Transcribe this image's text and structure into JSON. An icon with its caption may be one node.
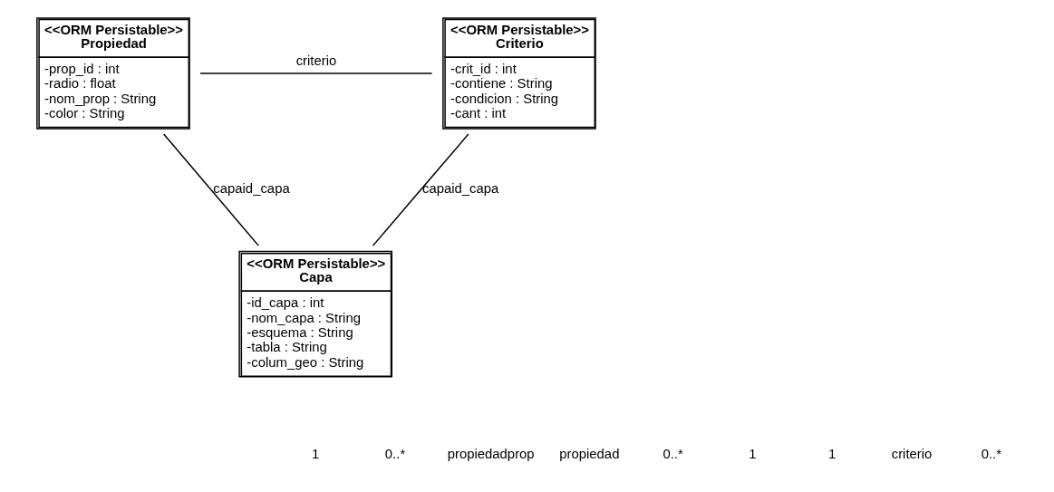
{
  "diagram": {
    "nodes": [
      {
        "text": [
          "<<ORM Persistable>>",
          "Propiedad",
          "-prop_id : int",
          "-radio : float",
          "-nom_prop : String",
          "-color : String"
        ]
      },
      {
        "text": [
          "<<ORM Persistable>>",
          "Criterio",
          "-crit_id : int",
          "-contiene : String",
          "-condicion : String",
          "-cant : int"
        ]
      },
      {
        "text": [
          "<<ORM Persistable>>",
          "Capa",
          "-id_capa : int",
          "-nom_capa : String",
          "-esquema : String",
          "-tabla : String",
          "-colum_geo : String"
        ]
      }
    ],
    "edges": [
      {
        "from": 0,
        "to": 1,
        "arrow": "none",
        "label": "criterio"
      },
      {
        "from": 0,
        "to": 2,
        "arrow": "none",
        "label": "capaid_capa"
      },
      {
        "from": 1,
        "to": 2,
        "arrow": "none",
        "label": "capaid_capa"
      }
    ],
    "labels": [
      "1",
      "0..*",
      "propiedadprop",
      "propiedad",
      "0..*",
      "1",
      "1",
      "criterio",
      "0..*"
    ]
  }
}
